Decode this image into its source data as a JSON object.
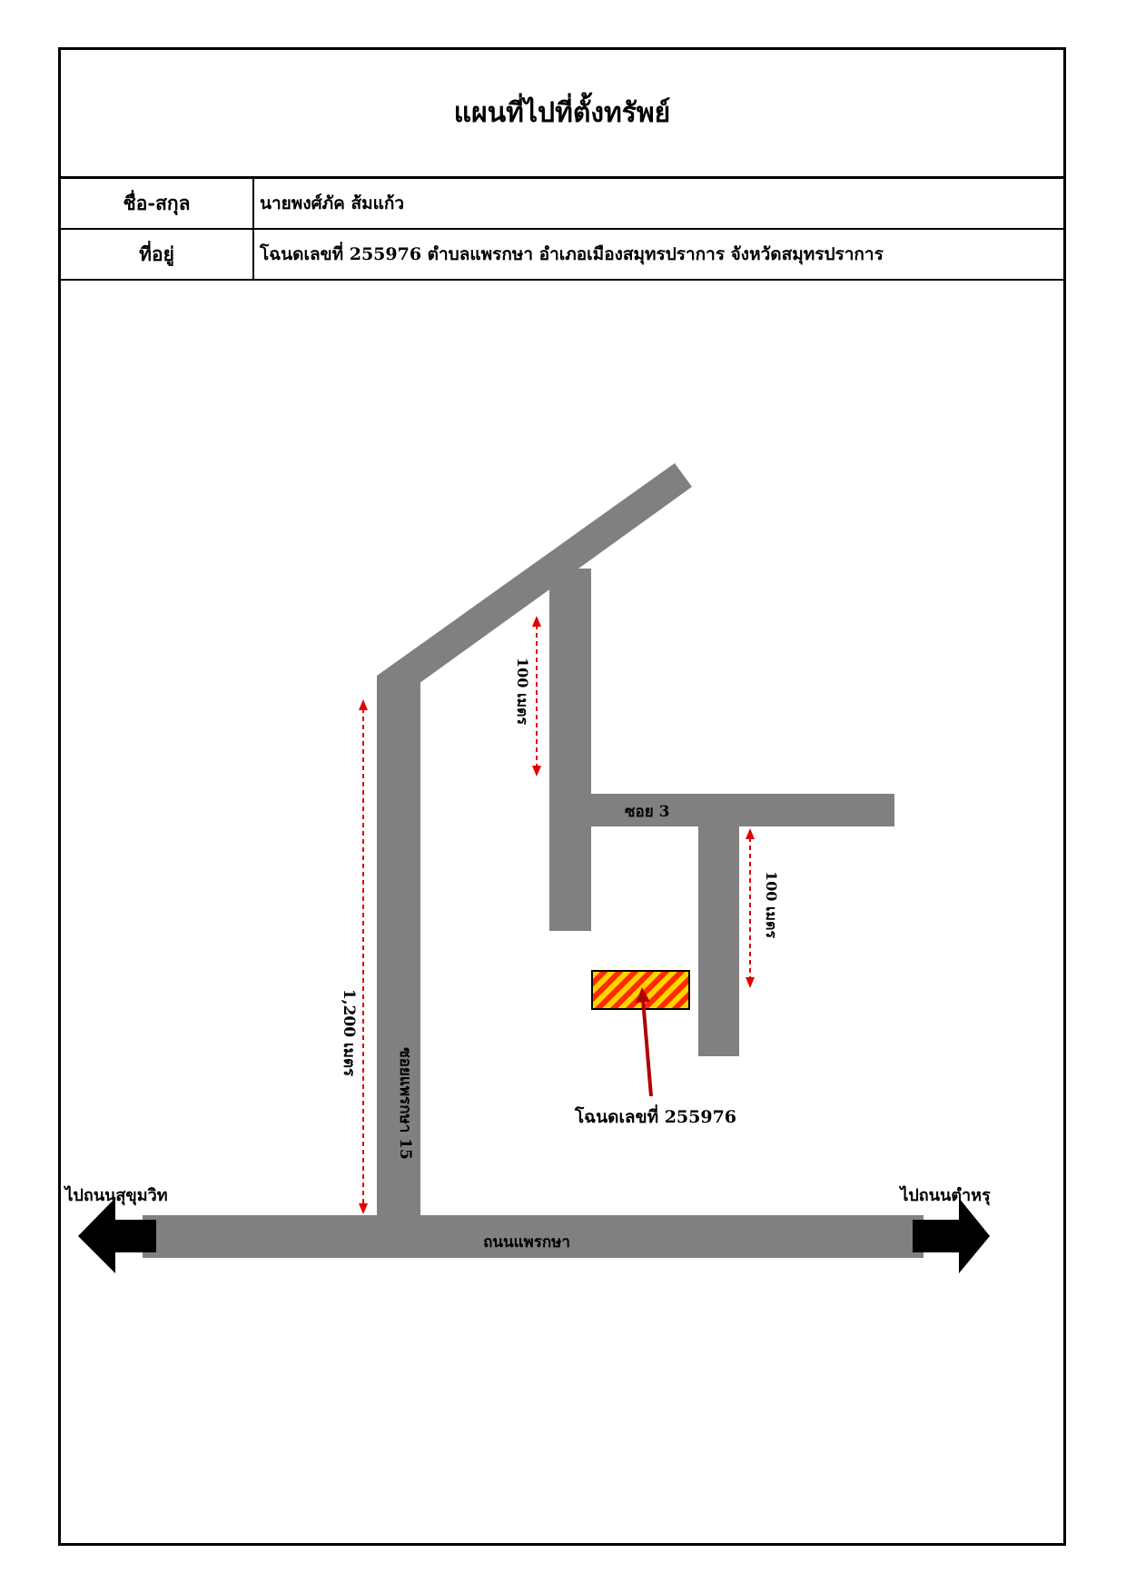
{
  "title": "แผนที่ไปที่ตั้งทรัพย์",
  "info": {
    "name_label": "ชื่อ-สกุล",
    "name_value": "นายพงศ์ภัค ส้มแก้ว",
    "address_label": "ที่อยู่",
    "address_value": "โฉนดเลขที่ 255976 ตำบลแพรกษา อำเภอเมืองสมุทรปราการ จังหวัดสมุทรปราการ"
  },
  "map": {
    "main_road": "ถนนแพรกษา",
    "side_road": "ซอยแพรกษา 15",
    "alley": "ซอย 3",
    "direction_left": "ไปถนนสุขุมวิท",
    "direction_right": "ไปถนนตำหรุ",
    "distance_long": "1,200 เมตร",
    "distance_upper": "100 เมตร",
    "distance_lower": "100 เมตร",
    "property_label": "โฉนดเลขที่ 255976",
    "colors": {
      "road": "#808080",
      "distance_arrow": "#e00000",
      "pointer": "#b00000",
      "property_fill": "#ffd400",
      "property_stripe": "#ff2a00",
      "direction_arrow": "#000000"
    }
  }
}
